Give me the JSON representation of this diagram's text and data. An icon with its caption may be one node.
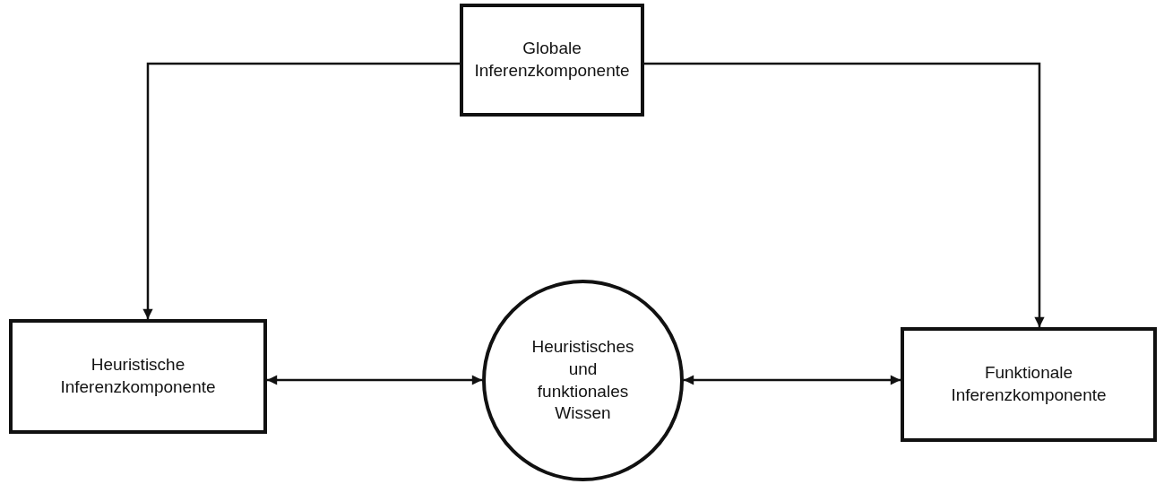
{
  "diagram": {
    "nodes": [
      {
        "text": [
          "Globale Inferenzkomponente"
        ]
      },
      {
        "text": [
          "Heuristische Inferenzkomponente"
        ]
      },
      {
        "text": [
          "Heuristisches und funktionales Wissen"
        ]
      },
      {
        "text": [
          "Funktionale Inferenzkomponente"
        ]
      }
    ],
    "edges": [
      {
        "from": 0,
        "to": 1,
        "arrow": "to"
      },
      {
        "from": 0,
        "to": 3,
        "arrow": "to"
      },
      {
        "from": 1,
        "to": 2,
        "arrow": "both"
      },
      {
        "from": 2,
        "to": 3,
        "arrow": "both"
      }
    ]
  }
}
